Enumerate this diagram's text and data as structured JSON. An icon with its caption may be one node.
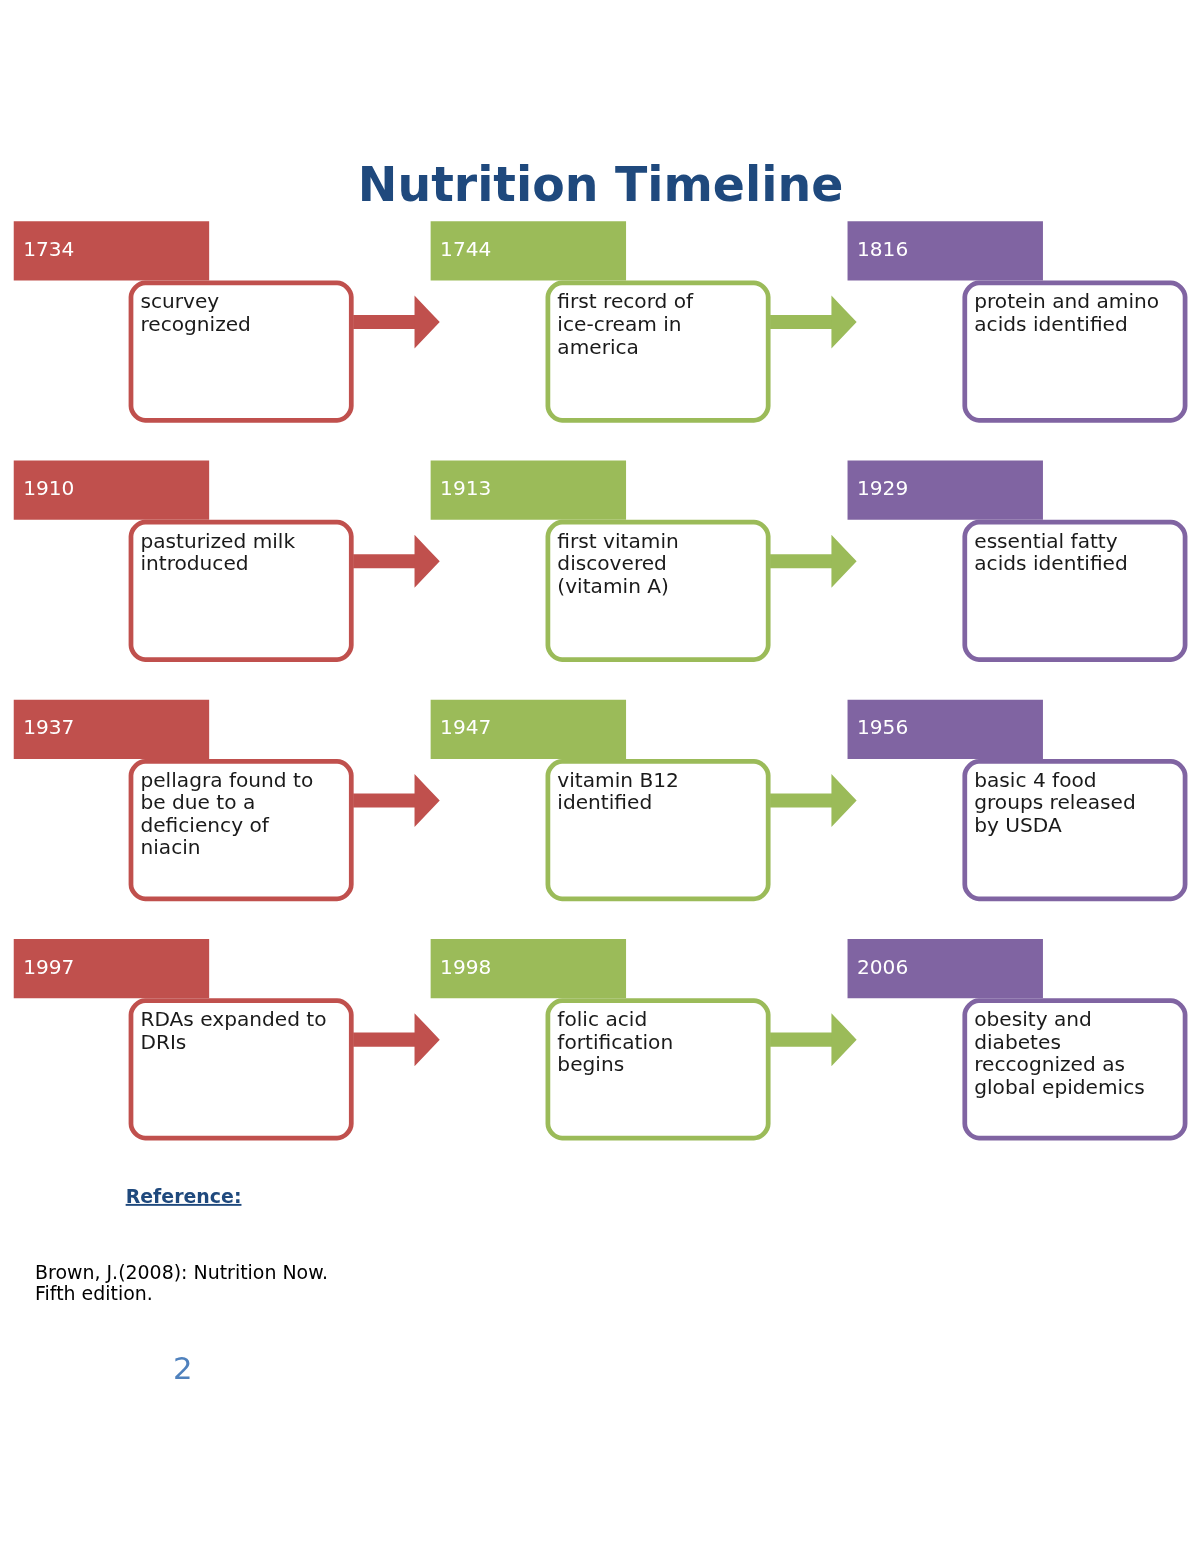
{
  "diagram": {
    "title": "Nutrition Timeline",
    "nodes": [
      {
        "text": [
          "1734",
          "scurvey recognized"
        ]
      },
      {
        "text": [
          "1744",
          "first record of ice-cream in america"
        ]
      },
      {
        "text": [
          "1816",
          "protein and amino acids identified"
        ]
      },
      {
        "text": [
          "1910",
          "pasturized milk introduced"
        ]
      },
      {
        "text": [
          "1913",
          "first vitamin discovered (vitamin A)"
        ]
      },
      {
        "text": [
          "1929",
          "essential fatty acids identified"
        ]
      },
      {
        "text": [
          "1937",
          "pellagra found to be due to a deficiency of niacin"
        ]
      },
      {
        "text": [
          "1947",
          "vitamin B12 identified"
        ]
      },
      {
        "text": [
          "1956",
          "basic 4 food groups released by USDA"
        ]
      },
      {
        "text": [
          "1997",
          "RDAs expanded to DRIs"
        ]
      },
      {
        "text": [
          "1998",
          "folic acid fortification begins"
        ]
      },
      {
        "text": [
          "2006",
          "obesity and diabetes reccognized as global epidemics"
        ]
      }
    ],
    "edges": [
      {
        "from": 0,
        "to": 1,
        "arrow": "to",
        "color": "#c0504d"
      },
      {
        "from": 1,
        "to": 2,
        "arrow": "to",
        "color": "#9bbb59"
      },
      {
        "from": 3,
        "to": 4,
        "arrow": "to",
        "color": "#c0504d"
      },
      {
        "from": 4,
        "to": 5,
        "arrow": "to",
        "color": "#9bbb59"
      },
      {
        "from": 6,
        "to": 7,
        "arrow": "to",
        "color": "#c0504d"
      },
      {
        "from": 7,
        "to": 8,
        "arrow": "to",
        "color": "#9bbb59"
      },
      {
        "from": 9,
        "to": 10,
        "arrow": "to",
        "color": "#c0504d"
      },
      {
        "from": 10,
        "to": 11,
        "arrow": "to",
        "color": "#9bbb59"
      }
    ],
    "labels": [
      "Reference:",
      "Brown, J.(2008): Nutrition Now. Fifth edition.",
      "2"
    ]
  }
}
